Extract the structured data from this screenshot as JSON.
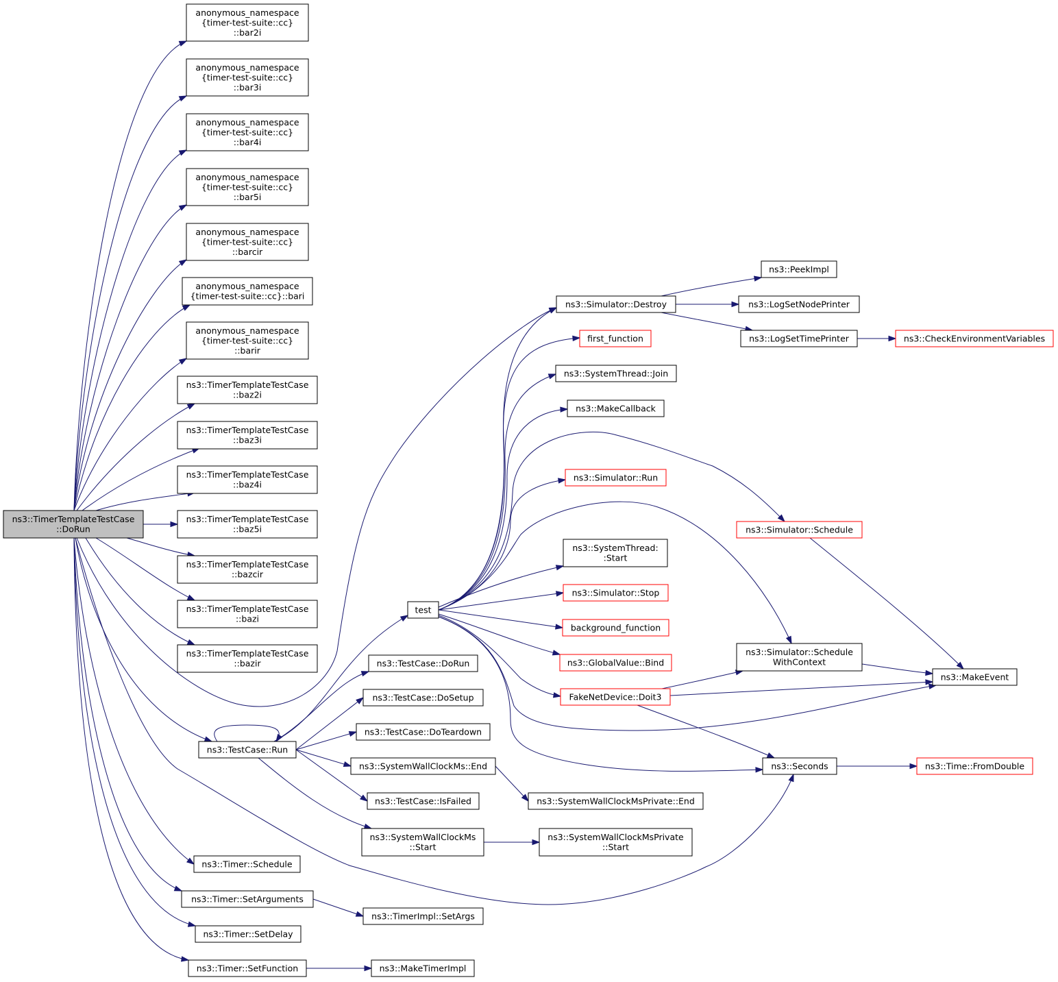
{
  "nodes": {
    "dorun": {
      "lines": [
        "ns3::TimerTemplateTestCase",
        "::DoRun"
      ],
      "style": "root"
    },
    "bar2i": {
      "lines": [
        "anonymous_namespace",
        "{timer-test-suite::cc}",
        "::bar2i"
      ]
    },
    "bar3i": {
      "lines": [
        "anonymous_namespace",
        "{timer-test-suite::cc}",
        "::bar3i"
      ]
    },
    "bar4i": {
      "lines": [
        "anonymous_namespace",
        "{timer-test-suite::cc}",
        "::bar4i"
      ]
    },
    "bar5i": {
      "lines": [
        "anonymous_namespace",
        "{timer-test-suite::cc}",
        "::bar5i"
      ]
    },
    "barcir": {
      "lines": [
        "anonymous_namespace",
        "{timer-test-suite::cc}",
        "::barcir"
      ]
    },
    "bari": {
      "lines": [
        "anonymous_namespace",
        "{timer-test-suite::cc}::bari"
      ]
    },
    "barir": {
      "lines": [
        "anonymous_namespace",
        "{timer-test-suite::cc}",
        "::barir"
      ]
    },
    "baz2i": {
      "lines": [
        "ns3::TimerTemplateTestCase",
        "::baz2i"
      ]
    },
    "baz3i": {
      "lines": [
        "ns3::TimerTemplateTestCase",
        "::baz3i"
      ]
    },
    "baz4i": {
      "lines": [
        "ns3::TimerTemplateTestCase",
        "::baz4i"
      ]
    },
    "baz5i": {
      "lines": [
        "ns3::TimerTemplateTestCase",
        "::baz5i"
      ]
    },
    "bazcir": {
      "lines": [
        "ns3::TimerTemplateTestCase",
        "::bazcir"
      ]
    },
    "bazi": {
      "lines": [
        "ns3::TimerTemplateTestCase",
        "::bazi"
      ]
    },
    "bazir": {
      "lines": [
        "ns3::TimerTemplateTestCase",
        "::bazir"
      ]
    },
    "tcrun": {
      "lines": [
        "ns3::TestCase::Run"
      ]
    },
    "tschedule": {
      "lines": [
        "ns3::Timer::Schedule"
      ]
    },
    "tsetargs": {
      "lines": [
        "ns3::Timer::SetArguments"
      ]
    },
    "tsetdelay": {
      "lines": [
        "ns3::Timer::SetDelay"
      ]
    },
    "tsetfunc": {
      "lines": [
        "ns3::Timer::SetFunction"
      ]
    },
    "test": {
      "lines": [
        "test"
      ]
    },
    "tcdorun": {
      "lines": [
        "ns3::TestCase::DoRun"
      ]
    },
    "tcdosetup": {
      "lines": [
        "ns3::TestCase::DoSetup"
      ]
    },
    "tcdoteardown": {
      "lines": [
        "ns3::TestCase::DoTeardown"
      ]
    },
    "swcend": {
      "lines": [
        "ns3::SystemWallClockMs::End"
      ]
    },
    "tcisfailed": {
      "lines": [
        "ns3::TestCase::IsFailed"
      ]
    },
    "swcstart": {
      "lines": [
        "ns3::SystemWallClockMs",
        "::Start"
      ]
    },
    "setargs": {
      "lines": [
        "ns3::TimerImpl::SetArgs"
      ]
    },
    "maketimerimpl": {
      "lines": [
        "ns3::MakeTimerImpl"
      ]
    },
    "simdestroy": {
      "lines": [
        "ns3::Simulator::Destroy"
      ]
    },
    "firstfunc": {
      "lines": [
        "first_function"
      ],
      "style": "red"
    },
    "stjoin": {
      "lines": [
        "ns3::SystemThread::Join"
      ]
    },
    "makecallback": {
      "lines": [
        "ns3::MakeCallback"
      ]
    },
    "simrun": {
      "lines": [
        "ns3::Simulator::Run"
      ],
      "style": "red"
    },
    "ststart": {
      "lines": [
        "ns3::SystemThread:",
        ":Start"
      ]
    },
    "simstop": {
      "lines": [
        "ns3::Simulator::Stop"
      ],
      "style": "red"
    },
    "bgfunc": {
      "lines": [
        "background_function"
      ],
      "style": "red"
    },
    "gvbind": {
      "lines": [
        "ns3::GlobalValue::Bind"
      ],
      "style": "red"
    },
    "doit3": {
      "lines": [
        "FakeNetDevice::Doit3"
      ],
      "style": "red"
    },
    "swcpend": {
      "lines": [
        "ns3::SystemWallClockMsPrivate::End"
      ]
    },
    "swcpstart": {
      "lines": [
        "ns3::SystemWallClockMsPrivate",
        "::Start"
      ]
    },
    "peekimpl": {
      "lines": [
        "ns3::PeekImpl"
      ]
    },
    "logsetnode": {
      "lines": [
        "ns3::LogSetNodePrinter"
      ]
    },
    "logsettime": {
      "lines": [
        "ns3::LogSetTimePrinter"
      ]
    },
    "simschedule": {
      "lines": [
        "ns3::Simulator::Schedule"
      ],
      "style": "red"
    },
    "simschedctx": {
      "lines": [
        "ns3::Simulator::Schedule",
        "WithContext"
      ]
    },
    "seconds": {
      "lines": [
        "ns3::Seconds"
      ]
    },
    "checkenv": {
      "lines": [
        "ns3::CheckEnvironmentVariables"
      ],
      "style": "red"
    },
    "makeevent": {
      "lines": [
        "ns3::MakeEvent"
      ]
    },
    "fromdouble": {
      "lines": [
        "ns3::Time::FromDouble"
      ],
      "style": "red"
    }
  },
  "edges": [
    [
      "dorun",
      "bar2i"
    ],
    [
      "dorun",
      "bar3i"
    ],
    [
      "dorun",
      "bar4i"
    ],
    [
      "dorun",
      "bar5i"
    ],
    [
      "dorun",
      "barcir"
    ],
    [
      "dorun",
      "bari"
    ],
    [
      "dorun",
      "barir"
    ],
    [
      "dorun",
      "baz2i"
    ],
    [
      "dorun",
      "baz3i"
    ],
    [
      "dorun",
      "baz4i"
    ],
    [
      "dorun",
      "baz5i"
    ],
    [
      "dorun",
      "bazcir"
    ],
    [
      "dorun",
      "bazi"
    ],
    [
      "dorun",
      "bazir"
    ],
    [
      "dorun",
      "simdestroy"
    ],
    [
      "dorun",
      "tcrun"
    ],
    [
      "dorun",
      "seconds"
    ],
    [
      "dorun",
      "tschedule"
    ],
    [
      "dorun",
      "tsetargs"
    ],
    [
      "dorun",
      "tsetdelay"
    ],
    [
      "dorun",
      "tsetfunc"
    ],
    [
      "tcrun",
      "tcrun"
    ],
    [
      "tcrun",
      "test"
    ],
    [
      "tcrun",
      "tcdorun"
    ],
    [
      "tcrun",
      "tcdosetup"
    ],
    [
      "tcrun",
      "tcdoteardown"
    ],
    [
      "tcrun",
      "swcend"
    ],
    [
      "tcrun",
      "tcisfailed"
    ],
    [
      "tcrun",
      "swcstart"
    ],
    [
      "tsetargs",
      "setargs"
    ],
    [
      "tsetfunc",
      "maketimerimpl"
    ],
    [
      "swcend",
      "swcpend"
    ],
    [
      "swcstart",
      "swcpstart"
    ],
    [
      "test",
      "simdestroy"
    ],
    [
      "test",
      "firstfunc"
    ],
    [
      "test",
      "stjoin"
    ],
    [
      "test",
      "makecallback"
    ],
    [
      "test",
      "simrun"
    ],
    [
      "test",
      "simschedule"
    ],
    [
      "test",
      "simschedctx"
    ],
    [
      "test",
      "ststart"
    ],
    [
      "test",
      "simstop"
    ],
    [
      "test",
      "bgfunc"
    ],
    [
      "test",
      "gvbind"
    ],
    [
      "test",
      "doit3"
    ],
    [
      "test",
      "makeevent"
    ],
    [
      "test",
      "seconds"
    ],
    [
      "simdestroy",
      "peekimpl"
    ],
    [
      "simdestroy",
      "logsetnode"
    ],
    [
      "simdestroy",
      "logsettime"
    ],
    [
      "logsettime",
      "checkenv"
    ],
    [
      "simschedule",
      "makeevent"
    ],
    [
      "simschedctx",
      "makeevent"
    ],
    [
      "doit3",
      "simschedctx"
    ],
    [
      "doit3",
      "makeevent"
    ],
    [
      "doit3",
      "seconds"
    ],
    [
      "seconds",
      "fromdouble"
    ]
  ]
}
